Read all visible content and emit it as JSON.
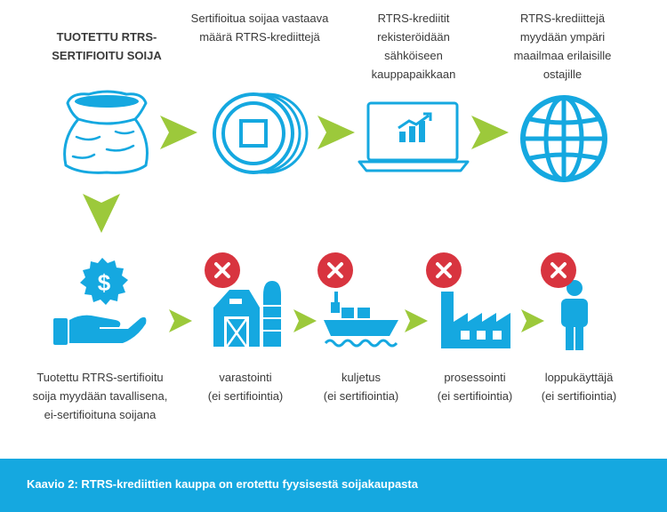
{
  "top_row": [
    {
      "label": "TUOTETTU RTRS-SERTIFIOITU SOIJA",
      "icon": "sack-icon"
    },
    {
      "label": "Sertifioitua soijaa vastaava määrä RTRS-krediittejä",
      "icon": "coins-icon"
    },
    {
      "label": "RTRS-krediitit rekisteröidään sähköiseen kauppapaikkaan",
      "icon": "laptop-chart-icon"
    },
    {
      "label": "RTRS-krediittejä myydään ympäri maailmaa erilaisille ostajille",
      "icon": "globe-icon"
    }
  ],
  "bottom_row": [
    {
      "label": "Tuotettu RTRS-sertifioitu soija myydään tavallisena, ei-sertifioituna soijana",
      "icon": "hand-money-icon"
    },
    {
      "label": "varastointi",
      "note": "(ei sertifiointia)",
      "icon": "barn-silo-icon"
    },
    {
      "label": "kuljetus",
      "note": "(ei sertifiointia)",
      "icon": "ship-icon"
    },
    {
      "label": "prosessointi",
      "note": "(ei sertifiointia)",
      "icon": "factory-icon"
    },
    {
      "label": "loppukäyttäjä",
      "note": "(ei sertifiointia)",
      "icon": "person-icon"
    }
  ],
  "caption": "Kaavio 2: RTRS-krediittien kauppa on erotettu fyysisestä soijakaupasta",
  "colors": {
    "blue": "#15a8e0",
    "green": "#9cc93b",
    "red": "#d8343f",
    "text": "#3a3a3a"
  }
}
